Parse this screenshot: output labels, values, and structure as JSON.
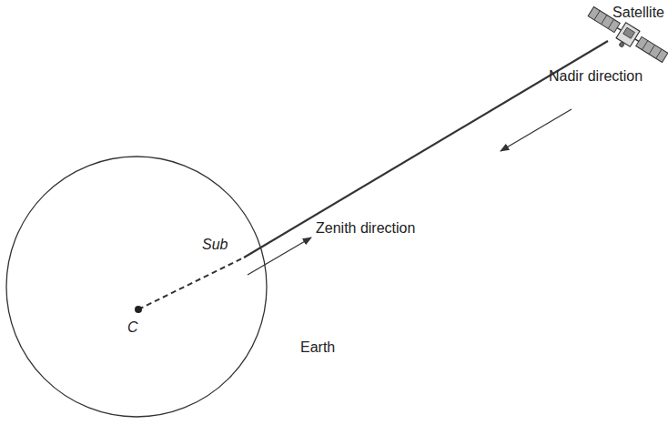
{
  "diagram": {
    "labels": [
      "Satellite",
      "Nadir direction",
      "Sub",
      "Zenith direction",
      "C",
      "Earth"
    ]
  }
}
